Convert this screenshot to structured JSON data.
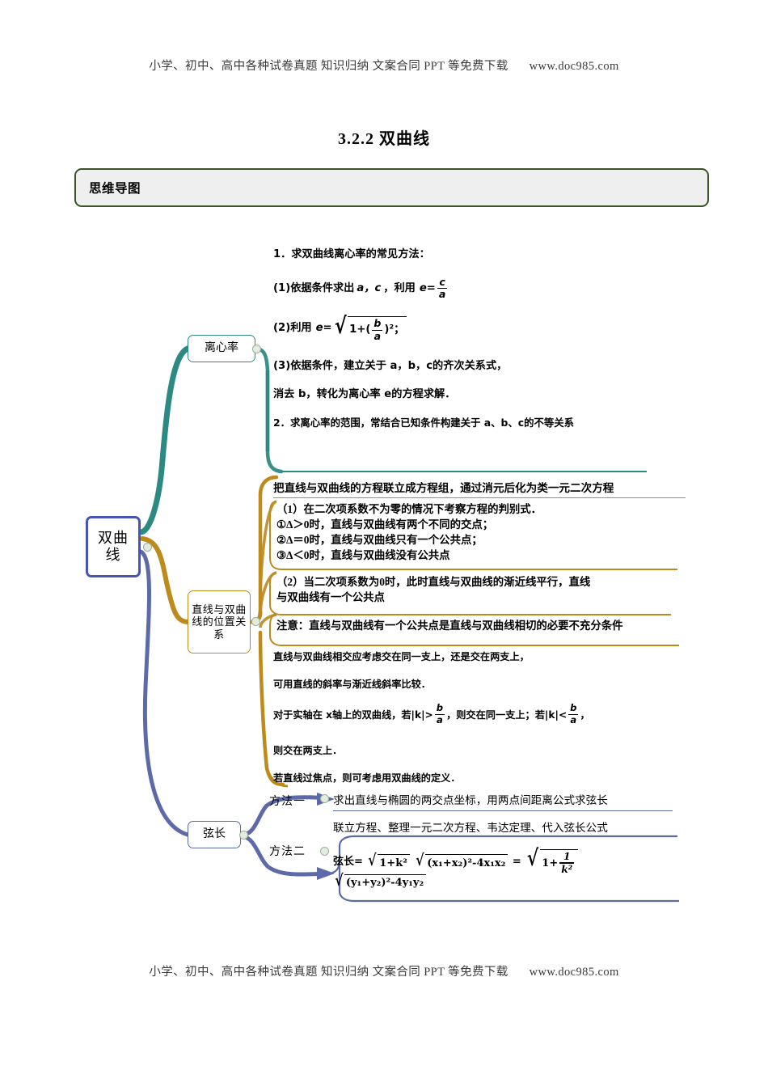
{
  "watermark": {
    "text": "小学、初中、高中各种试卷真题  知识归纳  文案合同  PPT 等免费下载",
    "url": "www.doc985.com"
  },
  "document": {
    "title": "3.2.2 双曲线",
    "section_label": "思维导图"
  },
  "mindmap": {
    "root": {
      "label": "双曲线",
      "color": "#4555b5"
    },
    "branches": [
      {
        "id": "eccentricity",
        "label": "离心率",
        "color": "#2d8a82",
        "lines": [
          "1．求双曲线离心率的常见方法：",
          "(1)依据条件求出 a，c，利用 e=c/a",
          "(2)利用 e= √(1+(b/a)²) ；",
          "(3)依据条件，建立关于 a，b，c的齐次关系式，",
          "消去 b，转化为离心率 e的方程求解．",
          "2．求离心率的范围，常结合已知条件构建关于 a、b、c的不等关系"
        ],
        "text": {
          "l1": "1．求双曲线离心率的常见方法：",
          "l2_pre": "(1)依据条件求出",
          "l2_ac": "a，c",
          "l2_mid": "，利用",
          "l2_e": "e=",
          "l2_num": "c",
          "l2_den": "a",
          "l3_pre": "(2)利用",
          "l3_e": "e=",
          "l3_one": "1+(",
          "l3_num": "b",
          "l3_den": "a",
          "l3_post": ")²；",
          "l4": "(3)依据条件，建立关于 a，b，c的齐次关系式，",
          "l5": "消去 b，转化为离心率 e的方程求解．",
          "l6": "2．求离心率的范围，常结合已知条件构建关于 a、b、c的不等关系"
        }
      },
      {
        "id": "line-hyperbola-position",
        "label": "直线与双曲线的位置关系",
        "color": "#bd8a1c",
        "items": [
          "把直线与双曲线的方程联立成方程组，通过消元后化为类一元二次方程",
          "（1）在二次项系数不为零的情况下考察方程的判别式．\n①Δ＞0时，直线与双曲线有两个不同的交点；\n②Δ＝0时，直线与双曲线只有一个公共点；\n③Δ＜0时，直线与双曲线没有公共点",
          "（2）当二次项系数为0时，此时直线与双曲线的渐近线平行，直线\n与双曲线有一个公共点",
          "注意：直线与双曲线有一个公共点是直线与双曲线相切的必要不充分条件",
          "直线与双曲线相交应考虑交在同一支上，还是交在两支上，",
          "可用直线的斜率与渐近线斜率比较．",
          "对于实轴在 x轴上的双曲线，若|k|> b/a，则交在同一支上；若|k|< b/a，",
          "则交在两支上．",
          "若直线过焦点，则可考虑用双曲线的定义．"
        ],
        "text": {
          "a": "把直线与双曲线的方程联立成方程组，通过消元后化为类一元二次方程",
          "b1": "（1）在二次项系数不为零的情况下考察方程的判别式．",
          "b2": "①Δ＞0时，直线与双曲线有两个不同的交点；",
          "b3": "②Δ＝0时，直线与双曲线只有一个公共点；",
          "b4": "③Δ＜0时，直线与双曲线没有公共点",
          "c1": "（2）当二次项系数为0时，此时直线与双曲线的渐近线平行，直线",
          "c2": "与双曲线有一个公共点",
          "d": "注意：直线与双曲线有一个公共点是直线与双曲线相切的必要不充分条件",
          "e": "直线与双曲线相交应考虑交在同一支上，还是交在两支上，",
          "f": "可用直线的斜率与渐近线斜率比较．",
          "g_pre": "对于实轴在 x轴上的双曲线，若|k|>",
          "g_num": "b",
          "g_den": "a",
          "g_mid": "，则交在同一支上；若|k|<",
          "g_post": "，",
          "h": "则交在两支上．",
          "i": "若直线过焦点，则可考虑用双曲线的定义．"
        }
      },
      {
        "id": "chord-length",
        "label": "弦长",
        "color": "#5d6aa8",
        "methods": [
          {
            "label": "方法一",
            "text": "求出直线与椭圆的两交点坐标，用两点间距离公式求弦长"
          },
          {
            "label": "方法二",
            "text": "联立方程、整理一元二次方程、韦达定理、代入弦长公式",
            "formula": "弦长=√(1+k²)·√((x₁+x₂)²-4x₁x₂)=√(1+1/k²)·√((y₁+y₂)²-4y₁y₂)"
          }
        ],
        "text": {
          "m1_label": "方法一",
          "m2_label": "方法二",
          "m1_text": "求出直线与椭圆的两交点坐标，用两点间距离公式求弦长",
          "m2_text": "联立方程、整理一元二次方程、韦达定理、代入弦长公式",
          "f_lead": "弦长=",
          "f_k2": "1+k²",
          "f_x": "(x₁+x₂)²-4x₁x₂",
          "f_eq": "=",
          "f_one": "1+",
          "f_kden": "k²",
          "f_knum": "1",
          "f_y": "(y₁+y₂)²-4y₁y₂"
        }
      }
    ]
  }
}
